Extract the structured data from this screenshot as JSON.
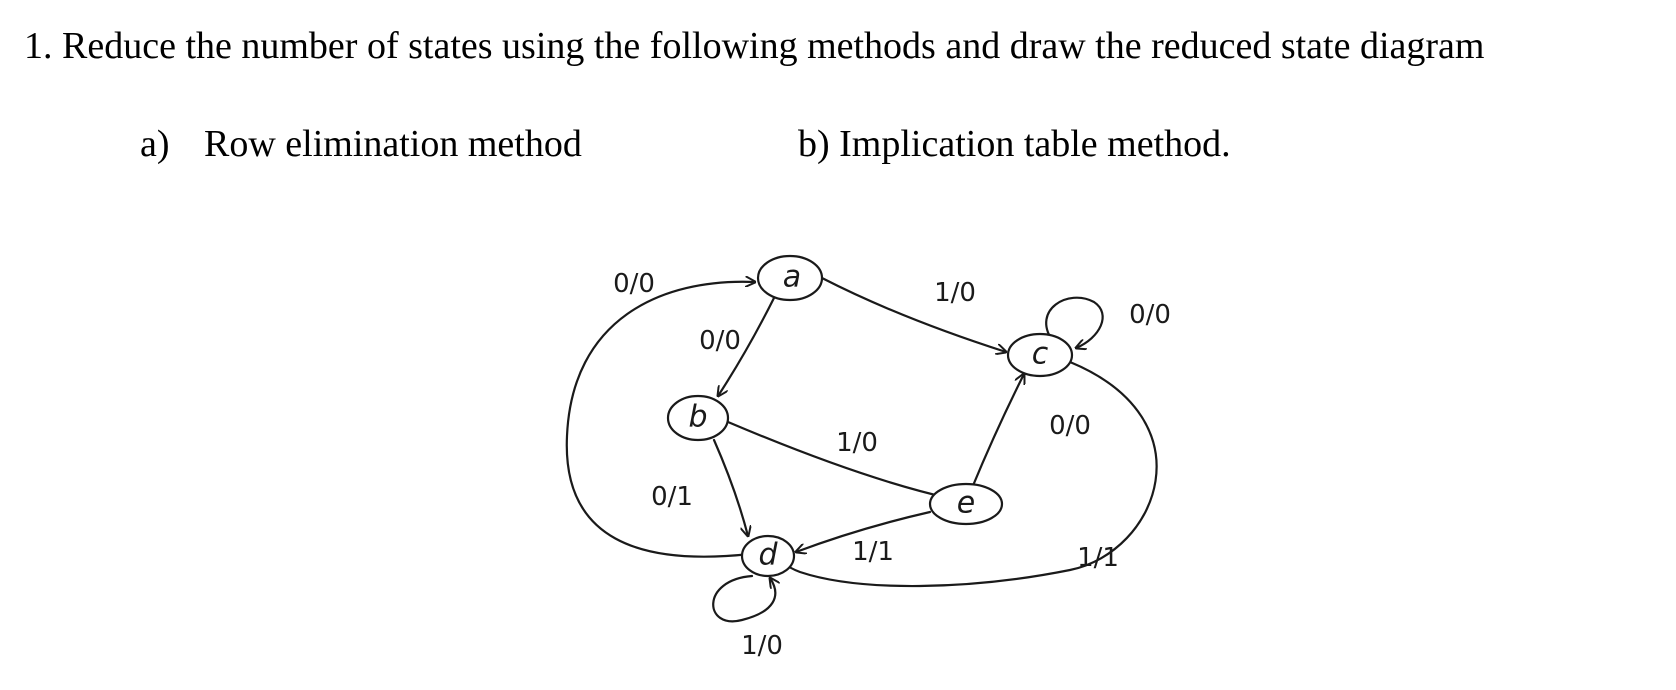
{
  "question": {
    "text": "1. Reduce the number of states using the following methods and draw the reduced state diagram"
  },
  "methods": [
    {
      "marker": "a)",
      "label": "Row elimination method"
    },
    {
      "label": "b) Implication table method."
    }
  ],
  "diagram": {
    "states": [
      {
        "id": "a",
        "label": "a"
      },
      {
        "id": "b",
        "label": "b"
      },
      {
        "id": "c",
        "label": "c"
      },
      {
        "id": "d",
        "label": "d"
      },
      {
        "id": "e",
        "label": "e"
      }
    ],
    "transitions": [
      {
        "from": "a",
        "to": "b",
        "label": "0/0"
      },
      {
        "from": "a",
        "to": "c",
        "label": "1/0"
      },
      {
        "from": "b",
        "to": "d",
        "label": "0/1"
      },
      {
        "from": "b",
        "to": "e",
        "label": "1/0"
      },
      {
        "from": "c",
        "to": "c",
        "label": "0/0"
      },
      {
        "from": "c",
        "to": "d",
        "label": "1/1"
      },
      {
        "from": "d",
        "to": "a",
        "label": "0/0"
      },
      {
        "from": "d",
        "to": "d",
        "label": "1/0"
      },
      {
        "from": "e",
        "to": "c",
        "label": "0/0"
      },
      {
        "from": "e",
        "to": "d",
        "label": "1/1"
      }
    ]
  }
}
